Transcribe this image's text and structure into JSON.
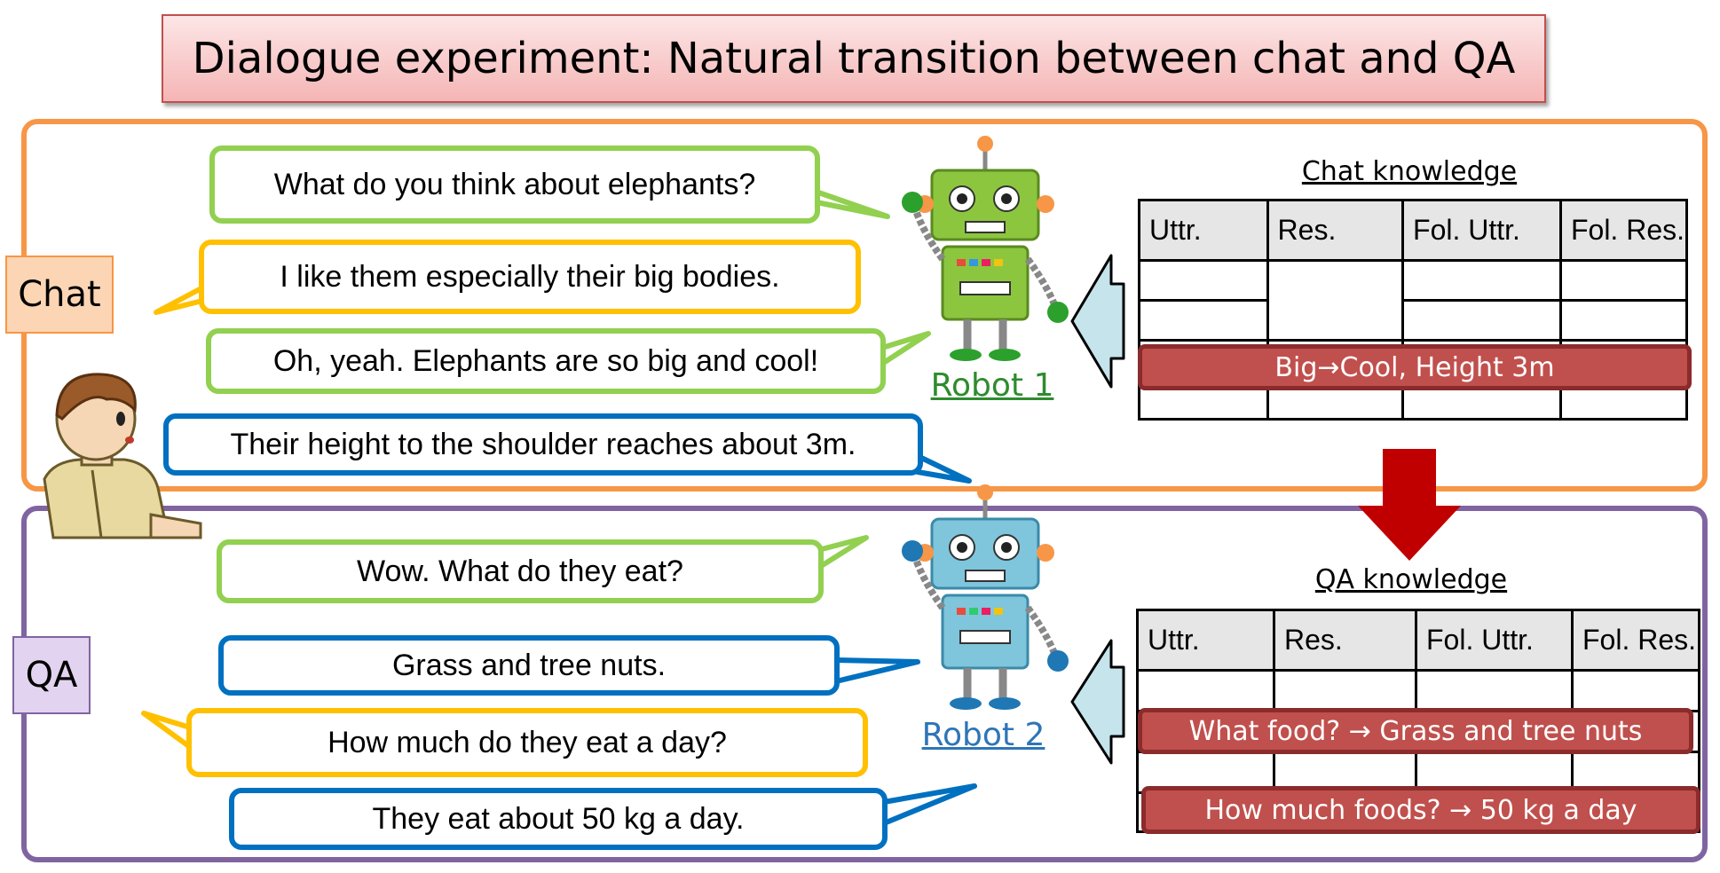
{
  "title": "Dialogue experiment: Natural transition between chat and QA",
  "sections": {
    "chat": {
      "label": "Chat",
      "color": "#f79646"
    },
    "qa": {
      "label": "QA",
      "color": "#8064a2"
    }
  },
  "colors": {
    "green": "#92d050",
    "yellow": "#ffc000",
    "blue": "#0070c0",
    "bar": "#c0504d"
  },
  "robots": {
    "robot1": "Robot  1",
    "robot2": "Robot 2"
  },
  "chat_dialogue": [
    "What do you think about elephants?",
    "I like them especially their big bodies.",
    "Oh, yeah. Elephants are so big and cool!",
    "Their height to the shoulder reaches about 3m."
  ],
  "qa_dialogue": [
    "Wow. What do they eat?",
    "Grass and tree nuts.",
    "How much do they eat a day?",
    "They eat about 50 kg a day."
  ],
  "chat_knowledge": {
    "title": "Chat knowledge",
    "headers": [
      "Uttr.",
      "Res.",
      "Fol. Uttr.",
      "Fol. Res."
    ],
    "highlight": "Big→Cool, Height 3m"
  },
  "qa_knowledge": {
    "title": "QA knowledge",
    "headers": [
      "Uttr.",
      "Res.",
      "Fol. Uttr.",
      "Fol. Res."
    ],
    "highlights": [
      "What food? → Grass and tree nuts",
      "How much foods? → 50 kg a day"
    ]
  }
}
